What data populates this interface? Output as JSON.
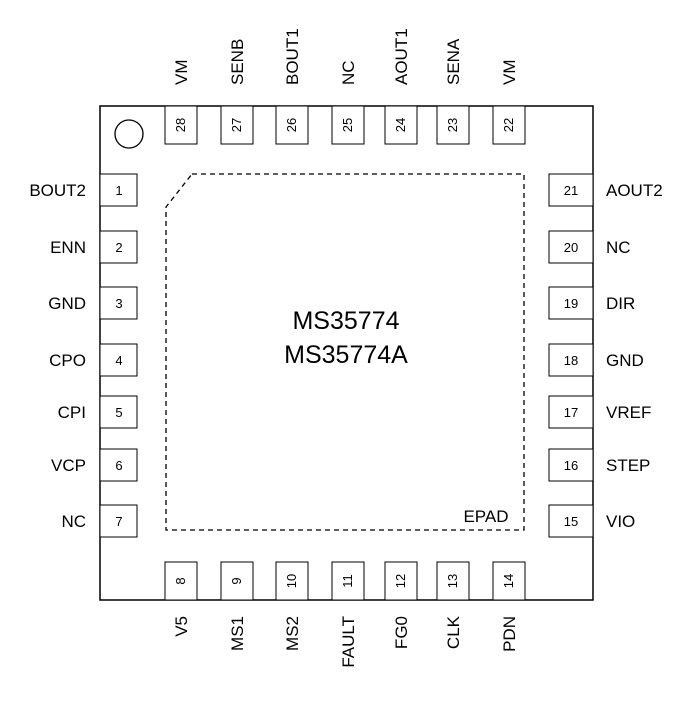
{
  "package": {
    "part_numbers": [
      "MS35774",
      "MS35774A"
    ],
    "epad_label": "EPAD"
  },
  "pins": {
    "left": [
      {
        "num": "1",
        "name": "BOUT2"
      },
      {
        "num": "2",
        "name": "ENN"
      },
      {
        "num": "3",
        "name": "GND"
      },
      {
        "num": "4",
        "name": "CPO"
      },
      {
        "num": "5",
        "name": "CPI"
      },
      {
        "num": "6",
        "name": "VCP"
      },
      {
        "num": "7",
        "name": "NC"
      }
    ],
    "bottom": [
      {
        "num": "8",
        "name": "V5"
      },
      {
        "num": "9",
        "name": "MS1"
      },
      {
        "num": "10",
        "name": "MS2"
      },
      {
        "num": "11",
        "name": "FAULT"
      },
      {
        "num": "12",
        "name": "FG0"
      },
      {
        "num": "13",
        "name": "CLK"
      },
      {
        "num": "14",
        "name": "PDN"
      }
    ],
    "right": [
      {
        "num": "15",
        "name": "VIO"
      },
      {
        "num": "16",
        "name": "STEP"
      },
      {
        "num": "17",
        "name": "VREF"
      },
      {
        "num": "18",
        "name": "GND"
      },
      {
        "num": "19",
        "name": "DIR"
      },
      {
        "num": "20",
        "name": "NC"
      },
      {
        "num": "21",
        "name": "AOUT2"
      }
    ],
    "top": [
      {
        "num": "22",
        "name": "VM"
      },
      {
        "num": "23",
        "name": "SENA"
      },
      {
        "num": "24",
        "name": "AOUT1"
      },
      {
        "num": "25",
        "name": "NC"
      },
      {
        "num": "26",
        "name": "BOUT1"
      },
      {
        "num": "27",
        "name": "SENB"
      },
      {
        "num": "28",
        "name": "VM"
      }
    ]
  }
}
